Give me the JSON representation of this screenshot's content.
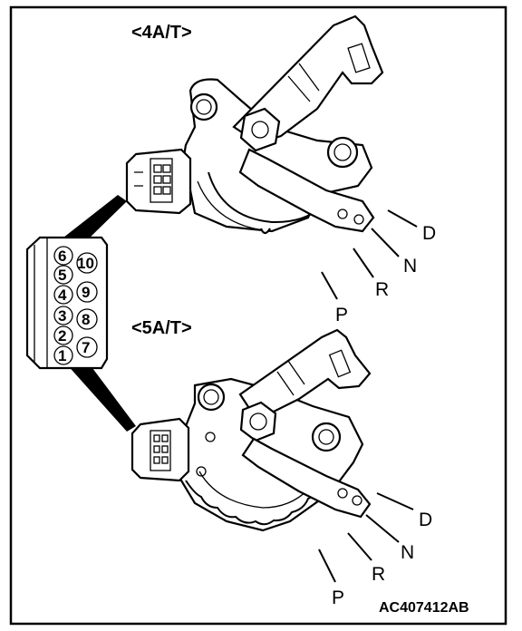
{
  "title_4at": "<4A/T>",
  "title_5at": "<5A/T>",
  "positions_4at": [
    "D",
    "N",
    "R",
    "P"
  ],
  "positions_5at": [
    "D",
    "N",
    "R",
    "P"
  ],
  "connector_pins": [
    "6",
    "10",
    "5",
    "4",
    "9",
    "3",
    "8",
    "2",
    "1",
    "7"
  ],
  "figure_code": "AC407412AB"
}
